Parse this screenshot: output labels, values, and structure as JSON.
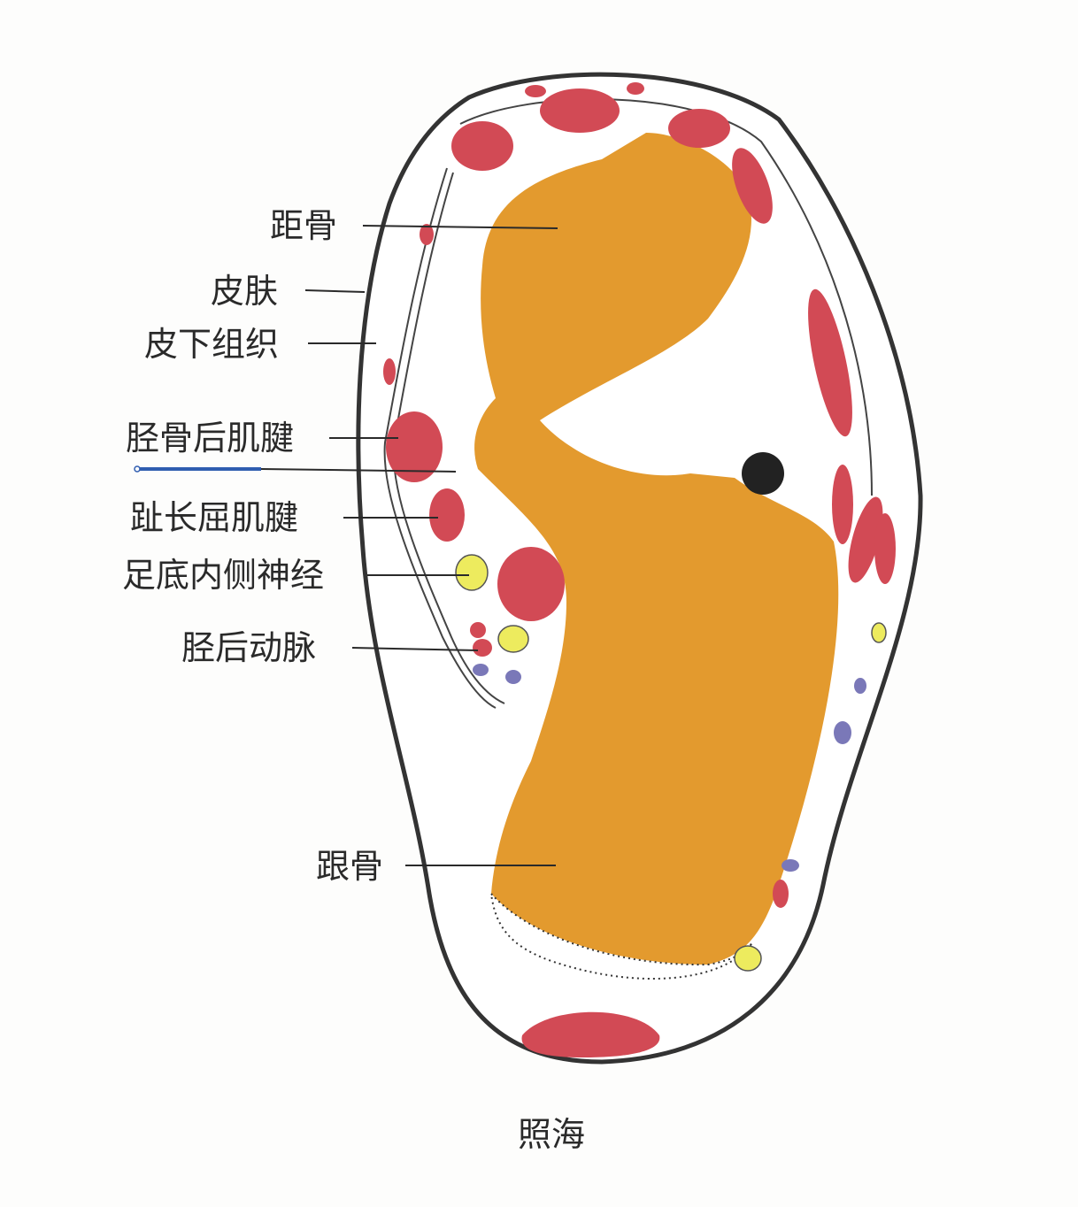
{
  "labels": {
    "talus": "距骨",
    "skin": "皮肤",
    "subcutaneous": "皮下组织",
    "tibialis_posterior_tendon": "胫骨后肌腱",
    "flexor_digitorum_longus_tendon": "趾长屈肌腱",
    "medial_plantar_nerve": "足底内侧神经",
    "posterior_tibial_artery": "胫后动脉",
    "calcaneus": "跟骨"
  },
  "caption": "照海",
  "colors": {
    "bone": "#E39A2E",
    "muscle": "#D24A55",
    "nerve": "#EDEB5E",
    "vein": "#7A78B8",
    "needle": "#2F5DB0"
  }
}
